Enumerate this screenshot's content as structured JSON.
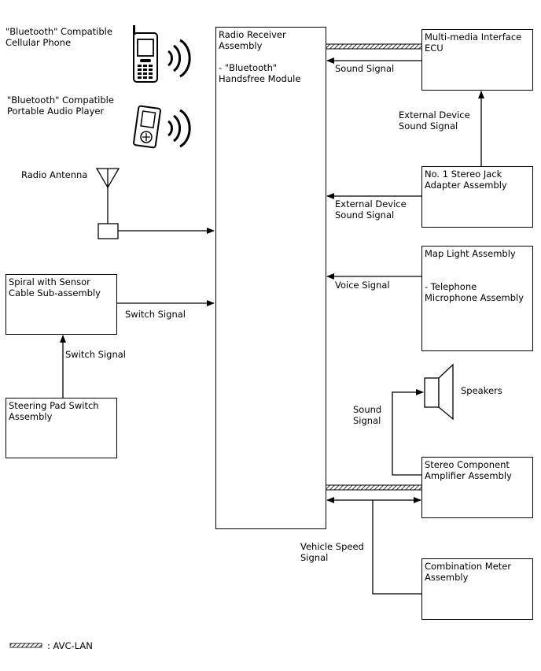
{
  "devices": {
    "phone": "\"Bluetooth\" Compatible\nCellular Phone",
    "audio_player": "\"Bluetooth\" Compatible\nPortable Audio Player",
    "antenna": "Radio Antenna"
  },
  "boxes": {
    "radio_receiver": "Radio Receiver\nAssembly\n\n- \"Bluetooth\"\nHandsfree Module",
    "multimedia_ecu": "Multi-media Interface\nECU",
    "stereo_jack": "No. 1 Stereo Jack\nAdapter Assembly",
    "map_light": "Map Light Assembly\n\n\n- Telephone\nMicrophone Assembly",
    "spiral_cable": "Spiral with Sensor\nCable Sub-assembly",
    "steering_switch": "Steering Pad Switch\nAssembly",
    "stereo_amp": "Stereo Component\nAmplifier Assembly",
    "combination_meter": "Combination Meter\nAssembly"
  },
  "signals": {
    "sound_signal_ecu": "Sound Signal",
    "ext_sound_to_ecu": "External Device\nSound Signal",
    "ext_sound_to_radio": "External Device\nSound Signal",
    "voice_signal": "Voice Signal",
    "switch_signal_right": "Switch Signal",
    "switch_signal_up": "Switch Signal",
    "sound_signal_speaker": "Sound\nSignal",
    "vehicle_speed": "Vehicle Speed\nSignal"
  },
  "speakers_label": "Speakers",
  "legend": {
    "label": ": AVC-LAN"
  }
}
